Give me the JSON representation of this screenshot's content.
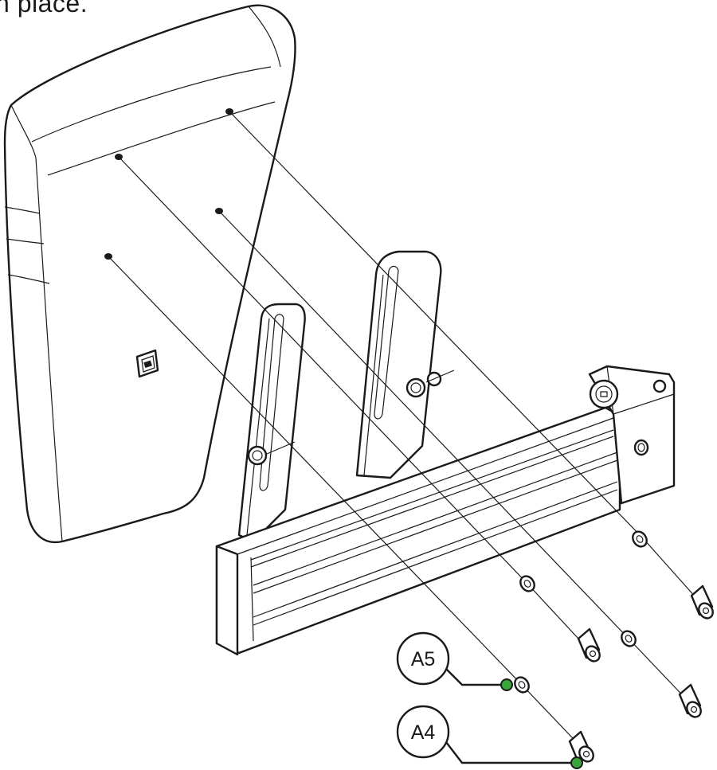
{
  "caption": "n place.",
  "colors": {
    "line": "#1a1a1a",
    "callout_dot": "#3aa53a",
    "background": "#ffffff"
  },
  "callouts": [
    {
      "id": "A5",
      "label": "A5"
    },
    {
      "id": "A4",
      "label": "A4"
    }
  ]
}
